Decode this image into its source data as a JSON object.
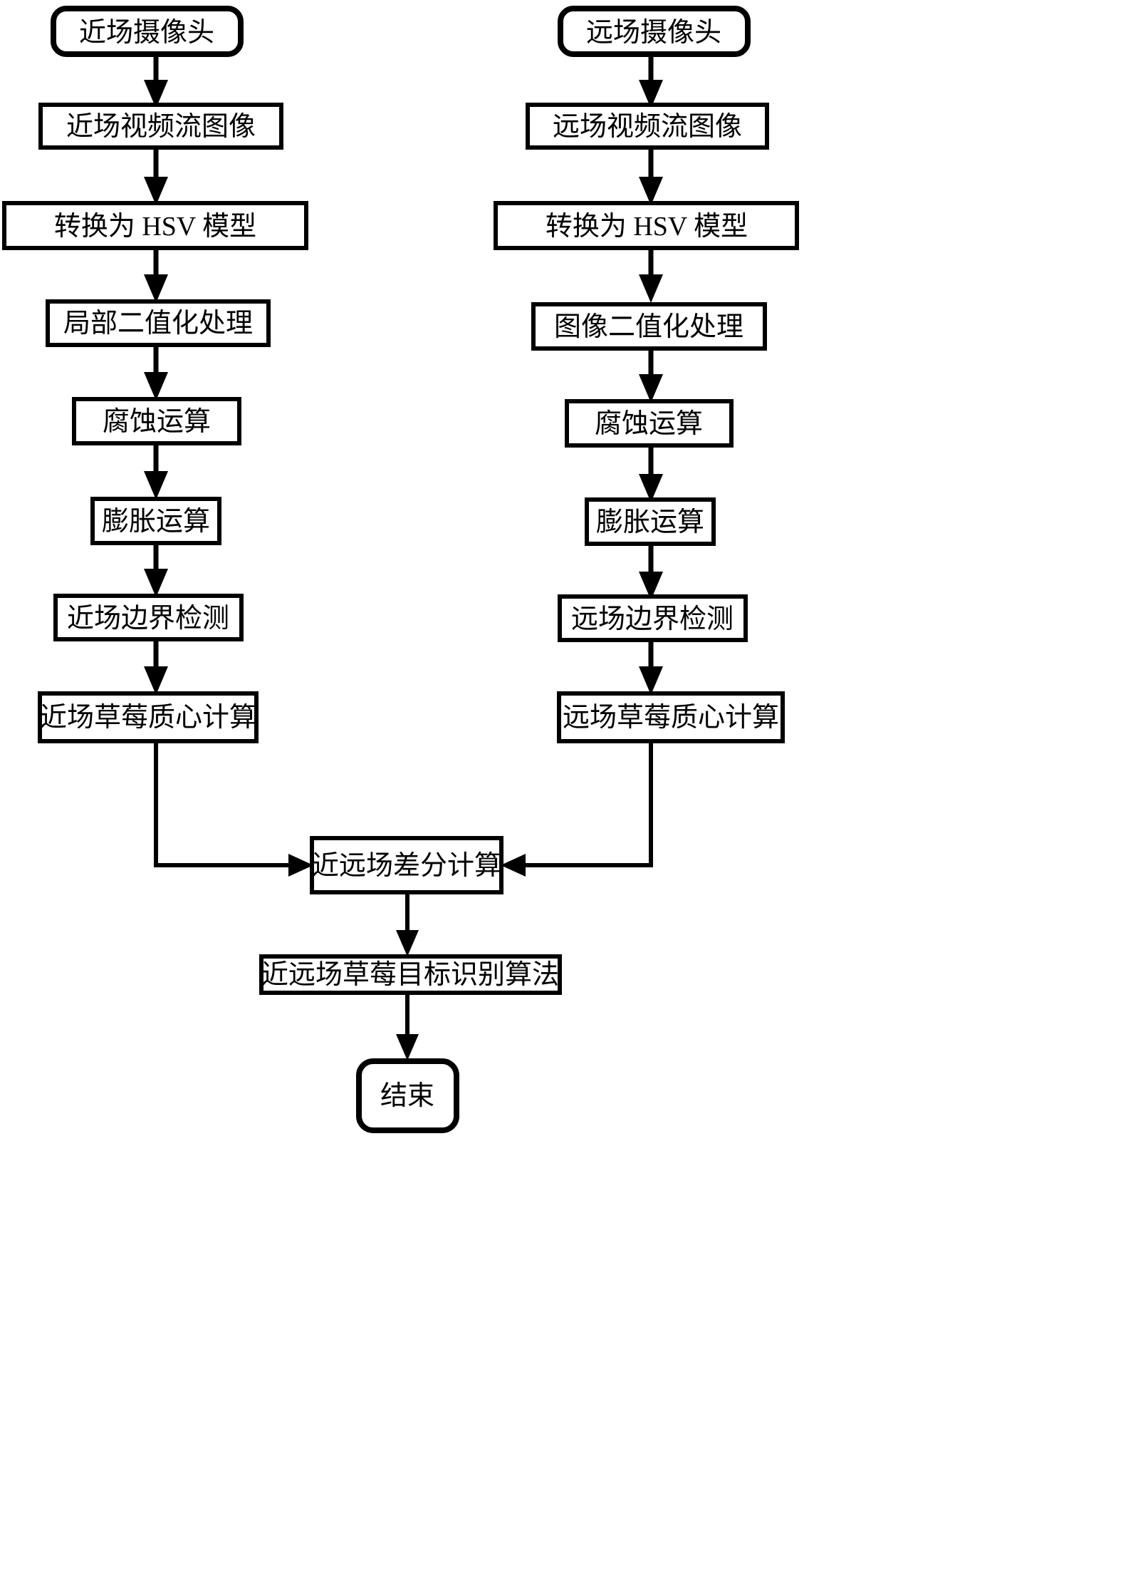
{
  "diagram": {
    "type": "flowchart",
    "title": "",
    "orientation": "top-to-bottom, two parallel branches merging",
    "colors": {
      "background": "#ffffff",
      "stroke": "#000000",
      "fill": "#ffffff"
    },
    "branches": {
      "left": {
        "name": "near-field",
        "nodes": [
          {
            "id": "L1",
            "shape": "rounded",
            "label": "近场摄像头"
          },
          {
            "id": "L2",
            "shape": "rect",
            "label": "近场视频流图像"
          },
          {
            "id": "L3",
            "shape": "rect",
            "label": "转换为 HSV 模型"
          },
          {
            "id": "L4",
            "shape": "rect",
            "label": "局部二值化处理"
          },
          {
            "id": "L5",
            "shape": "rect",
            "label": "腐蚀运算"
          },
          {
            "id": "L6",
            "shape": "rect",
            "label": "膨胀运算"
          },
          {
            "id": "L7",
            "shape": "rect",
            "label": "近场边界检测"
          },
          {
            "id": "L8",
            "shape": "rect",
            "label": "近场草莓质心计算"
          }
        ]
      },
      "right": {
        "name": "far-field",
        "nodes": [
          {
            "id": "R1",
            "shape": "rounded",
            "label": "远场摄像头"
          },
          {
            "id": "R2",
            "shape": "rect",
            "label": "远场视频流图像"
          },
          {
            "id": "R3",
            "shape": "rect",
            "label": "转换为 HSV 模型"
          },
          {
            "id": "R4",
            "shape": "rect",
            "label": "图像二值化处理"
          },
          {
            "id": "R5",
            "shape": "rect",
            "label": "腐蚀运算"
          },
          {
            "id": "R6",
            "shape": "rect",
            "label": "膨胀运算"
          },
          {
            "id": "R7",
            "shape": "rect",
            "label": "远场边界检测"
          },
          {
            "id": "R8",
            "shape": "rect",
            "label": "远场草莓质心计算"
          }
        ]
      },
      "merged": {
        "name": "merged-tail",
        "nodes": [
          {
            "id": "M1",
            "shape": "rect",
            "label": "近远场差分计算"
          },
          {
            "id": "M2",
            "shape": "rect",
            "label": "近远场草莓目标识别算法"
          },
          {
            "id": "M3",
            "shape": "rounded",
            "label": "结束"
          }
        ]
      }
    },
    "edges": [
      {
        "from": "L1",
        "to": "L2",
        "kind": "vertical-arrow"
      },
      {
        "from": "L2",
        "to": "L3",
        "kind": "vertical-arrow"
      },
      {
        "from": "L3",
        "to": "L4",
        "kind": "vertical-arrow"
      },
      {
        "from": "L4",
        "to": "L5",
        "kind": "vertical-arrow"
      },
      {
        "from": "L5",
        "to": "L6",
        "kind": "vertical-arrow"
      },
      {
        "from": "L6",
        "to": "L7",
        "kind": "vertical-arrow"
      },
      {
        "from": "L7",
        "to": "L8",
        "kind": "vertical-arrow"
      },
      {
        "from": "L8",
        "to": "M1",
        "kind": "elbow-right-arrow"
      },
      {
        "from": "R1",
        "to": "R2",
        "kind": "vertical-arrow"
      },
      {
        "from": "R2",
        "to": "R3",
        "kind": "vertical-arrow"
      },
      {
        "from": "R3",
        "to": "R4",
        "kind": "vertical-arrow"
      },
      {
        "from": "R4",
        "to": "R5",
        "kind": "vertical-arrow"
      },
      {
        "from": "R5",
        "to": "R6",
        "kind": "vertical-arrow"
      },
      {
        "from": "R6",
        "to": "R7",
        "kind": "vertical-arrow"
      },
      {
        "from": "R7",
        "to": "R8",
        "kind": "vertical-arrow"
      },
      {
        "from": "R8",
        "to": "M1",
        "kind": "elbow-left-arrow"
      },
      {
        "from": "M1",
        "to": "M2",
        "kind": "vertical-arrow"
      },
      {
        "from": "M2",
        "to": "M3",
        "kind": "vertical-arrow"
      }
    ]
  }
}
